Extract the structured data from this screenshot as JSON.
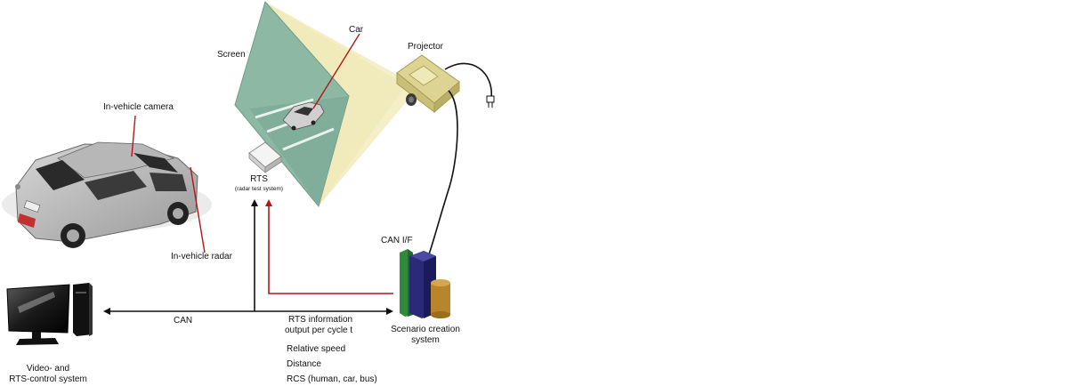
{
  "labels": {
    "screen": "Screen",
    "car": "Car",
    "projector": "Projector",
    "in_vehicle_camera": "In-vehicle camera",
    "in_vehicle_radar": "In-vehicle radar",
    "rts": "RTS",
    "rts_sub": "(radar test system)",
    "can_if": "CAN I/F",
    "can": "CAN",
    "rts_info_line1": "RTS information",
    "rts_info_line2": "output per cycle t",
    "relative_speed": "Relative speed",
    "distance": "Distance",
    "rcs": "RCS (human, car, bus)",
    "scenario_line1": "Scenario creation",
    "scenario_line2": "system",
    "video_line1": "Video- and",
    "video_line2": "RTS-control system"
  },
  "colors": {
    "screen_fill": "#8cb8a4",
    "projection_beam": "#f2ecbe",
    "projector_body": "#d8cf8a",
    "red_arrow": "#b01818",
    "arrow_black": "#111111",
    "bar_green": "#2f8a3a",
    "bar_navy": "#2b2a7a",
    "bar_gold": "#b8862a",
    "car_body": "#bdbdbd"
  },
  "icons": [
    "projector-icon",
    "power-plug-icon",
    "computer-monitor-icon",
    "computer-tower-icon",
    "rts-box-icon",
    "car-icon",
    "server-bars-icon"
  ]
}
